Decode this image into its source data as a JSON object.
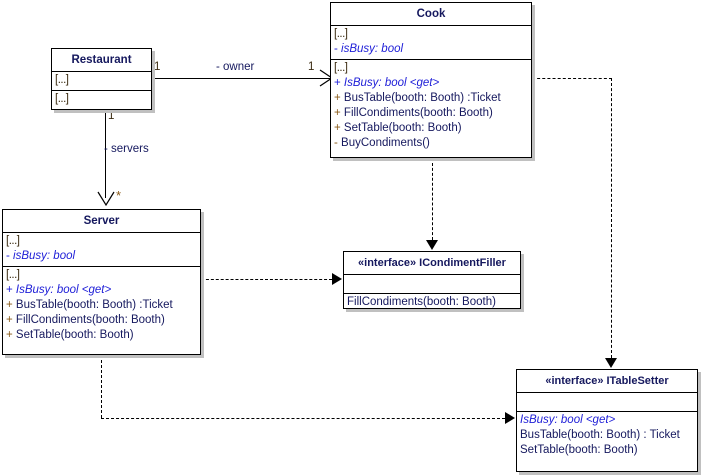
{
  "diagram": {
    "title": "Restaurant UML class diagram",
    "colors": {
      "background": "#ffffff",
      "border": "#000000",
      "shadow": "#c0c0c0",
      "text": "#15185e",
      "property_blue": "#2020d8",
      "visibility_brown": "#8a5a18"
    }
  },
  "classes": {
    "restaurant": {
      "name": "Restaurant",
      "attributes": [
        "[...]"
      ],
      "operations": [
        "[...]"
      ]
    },
    "cook": {
      "name": "Cook",
      "attributes": [
        "[...]",
        "- isBusy: bool"
      ],
      "attr_rows": [
        {
          "vis": "",
          "text": "[...]",
          "kind": "ellipsis"
        },
        {
          "vis": "-",
          "text": "isBusy: bool",
          "kind": "prop"
        }
      ],
      "op_rows": [
        {
          "vis": "",
          "text": "[...]",
          "kind": "ellipsis"
        },
        {
          "vis": "+",
          "text": "IsBusy: bool <get>",
          "kind": "prop"
        },
        {
          "vis": "+",
          "text": "BusTable(booth: Booth) :Ticket",
          "kind": "op"
        },
        {
          "vis": "+",
          "text": "FillCondiments(booth: Booth)",
          "kind": "op"
        },
        {
          "vis": "+",
          "text": "SetTable(booth: Booth)",
          "kind": "op"
        },
        {
          "vis": "-",
          "text": "BuyCondiments()",
          "kind": "op"
        }
      ]
    },
    "server": {
      "name": "Server",
      "attr_rows": [
        {
          "vis": "",
          "text": "[...]",
          "kind": "ellipsis"
        },
        {
          "vis": "-",
          "text": "isBusy: bool",
          "kind": "prop"
        }
      ],
      "op_rows": [
        {
          "vis": "",
          "text": "[...]",
          "kind": "ellipsis"
        },
        {
          "vis": "+",
          "text": "IsBusy: bool <get>",
          "kind": "prop"
        },
        {
          "vis": "+",
          "text": "BusTable(booth: Booth) :Ticket",
          "kind": "op"
        },
        {
          "vis": "+",
          "text": "FillCondiments(booth: Booth)",
          "kind": "op"
        },
        {
          "vis": "+",
          "text": "SetTable(booth: Booth)",
          "kind": "op"
        }
      ]
    },
    "icondimentfiller": {
      "stereotype": "«interface»",
      "name": "ICondimentFiller",
      "title": "«interface» ICondimentFiller",
      "attr_rows": [],
      "op_rows": [
        {
          "vis": "",
          "text": "FillCondiments(booth: Booth)",
          "kind": "op"
        }
      ]
    },
    "itablesetter": {
      "stereotype": "«interface»",
      "name": "ITableSetter",
      "title": "«interface» ITableSetter",
      "attr_rows": [],
      "op_rows": [
        {
          "vis": "",
          "text": "IsBusy: bool <get>",
          "kind": "prop"
        },
        {
          "vis": "",
          "text": "BusTable(booth: Booth) : Ticket",
          "kind": "op"
        },
        {
          "vis": "",
          "text": "SetTable(booth: Booth)",
          "kind": "op"
        }
      ]
    }
  },
  "relations": {
    "owner": {
      "label": "- owner",
      "source_multiplicity": "1",
      "target_multiplicity": "1",
      "from": "Restaurant",
      "to": "Cook",
      "kind": "association"
    },
    "servers": {
      "label": "- servers",
      "source_multiplicity": "1",
      "target_multiplicity": "*",
      "from": "Restaurant",
      "to": "Server",
      "kind": "association"
    },
    "cook_condimentfiller": {
      "kind": "realization",
      "from": "Cook",
      "to": "ICondimentFiller"
    },
    "server_condimentfiller": {
      "kind": "realization",
      "from": "Server",
      "to": "ICondimentFiller"
    },
    "cook_tablesetter": {
      "kind": "realization",
      "from": "Cook",
      "to": "ITableSetter"
    },
    "server_tablesetter": {
      "kind": "realization",
      "from": "Server",
      "to": "ITableSetter"
    }
  }
}
